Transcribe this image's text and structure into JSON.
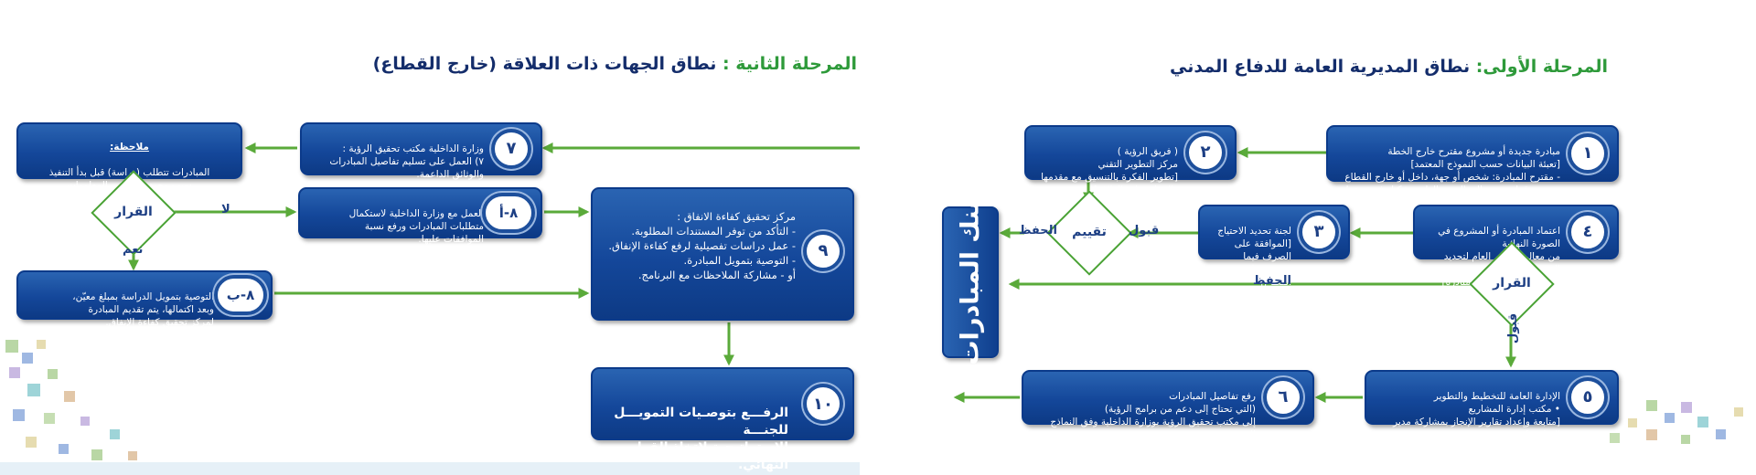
{
  "phases": {
    "phase1": {
      "lead": "المرحلة الأولى:",
      "title": "نطاق المديرية العامة للدفاع المدني"
    },
    "phase2": {
      "lead": "المرحلة الثانية :",
      "title": "نطاق الجهات ذات العلاقة (خارج القطاع)"
    }
  },
  "steps": {
    "s1": {
      "num": "١",
      "text": "مبادرة جديدة أو مشروع مقترح خارج الخطة\n[تعبئة البيانات حسب النموذج المعتمد]\n- مقترح المبادرة: شخص أو جهة، داخل أو خارج القطاع\n- صدور قرار من معالي المدير العام بتشكيل فريق عمل للمبادرة"
    },
    "s2": {
      "num": "٢",
      "text": "( فريق الرؤية )\nمركز التطوير التقني\n[تطوير الفكرة بالتنسيق مع مقدمها\nوالجهات ذات العلاقة]"
    },
    "s3": {
      "num": "٣",
      "text": "لجنة تحديد الاحتياج\n[الموافقة على الصرف فيما\nيخص ميزانية القطاع]"
    },
    "s4": {
      "num": "٤",
      "text": "اعتماد المبادرة أو المشروع في الصورة النهائية\nمن معالي المدير العام لتحديد الجهة مالكة\nالمبادرة وتعيين مدير للمبادرة]"
    },
    "s5": {
      "num": "٥",
      "text": "الإدارة العامة للتخطيط والتطوير\n• مكتب إدارة المشاريع\n[متابعة وإعداد تقارير الإنجاز بمشاركة مدير المبادرة]"
    },
    "s6": {
      "num": "٦",
      "text": "رفع تفاصيل المبادرات\n(التي تحتاج إلى دعم من برامج الرؤية)\nإلى مكتب تحقيق الرؤية بوزارة الداخلية وفق النماذج المعتمدة."
    },
    "s7": {
      "num": "٧",
      "text": "وزارة الداخلية مكتب تحقيق الرؤية :\n٧) العمل على تسليم تفاصيل المبادرات\nوالوثائق الداعمة."
    },
    "s8a": {
      "num": "٨-أ",
      "text": "العمل مع وزارة الداخلية لاستكمال\nمتطلبات المبادرات ورفع نسبة\nالموافقات عليها."
    },
    "s8b": {
      "num": "٨-ب",
      "text": "التوصية بتمويل الدراسة بمبلغ معيّن،\nوبعد اكتمالها، يتم تقديم المبادرة\nلمركز تحقيق كفاءة الإنفاق."
    },
    "s9": {
      "num": "٩",
      "text": "مركز تحقيق كفاءة الانفاق :\n- التأكد من توفر المستندات المطلوبة.\n- عمل دراسات تفصيلية لرفع كفاءة الإنفاق.\n- التوصية بتمويل المبادرة.\nأو - مشاركة الملاحظات مع البرنامج."
    },
    "s10": {
      "num": "١٠",
      "text": "الرفـــع بتوصـيات التمويـــل للجنـــة\nالاستراتيجية لاتخاذ القرار النهائي."
    }
  },
  "note": {
    "title": "ملاحظة:",
    "text": "المبادرات تتطلب (دراسة) قبل بدأ التنفيذ\nبسبب وجود نقص في المعلومات."
  },
  "bank": {
    "label": "بنك المبادرات"
  },
  "decisions": {
    "evaluate": "تقييم",
    "decision1": "القرار",
    "decision2": "القرار"
  },
  "arrow_labels": {
    "save1": "الحفظ",
    "save2": "الحفظ",
    "accept_eval": "قبول",
    "accept_decision": "قبول",
    "no": "لا",
    "yes": "نعم"
  },
  "colors": {
    "box_blue": "#14479a",
    "arrow_green": "#5aaa3a",
    "title_green": "#2e9a3a",
    "title_navy": "#142d6b"
  }
}
